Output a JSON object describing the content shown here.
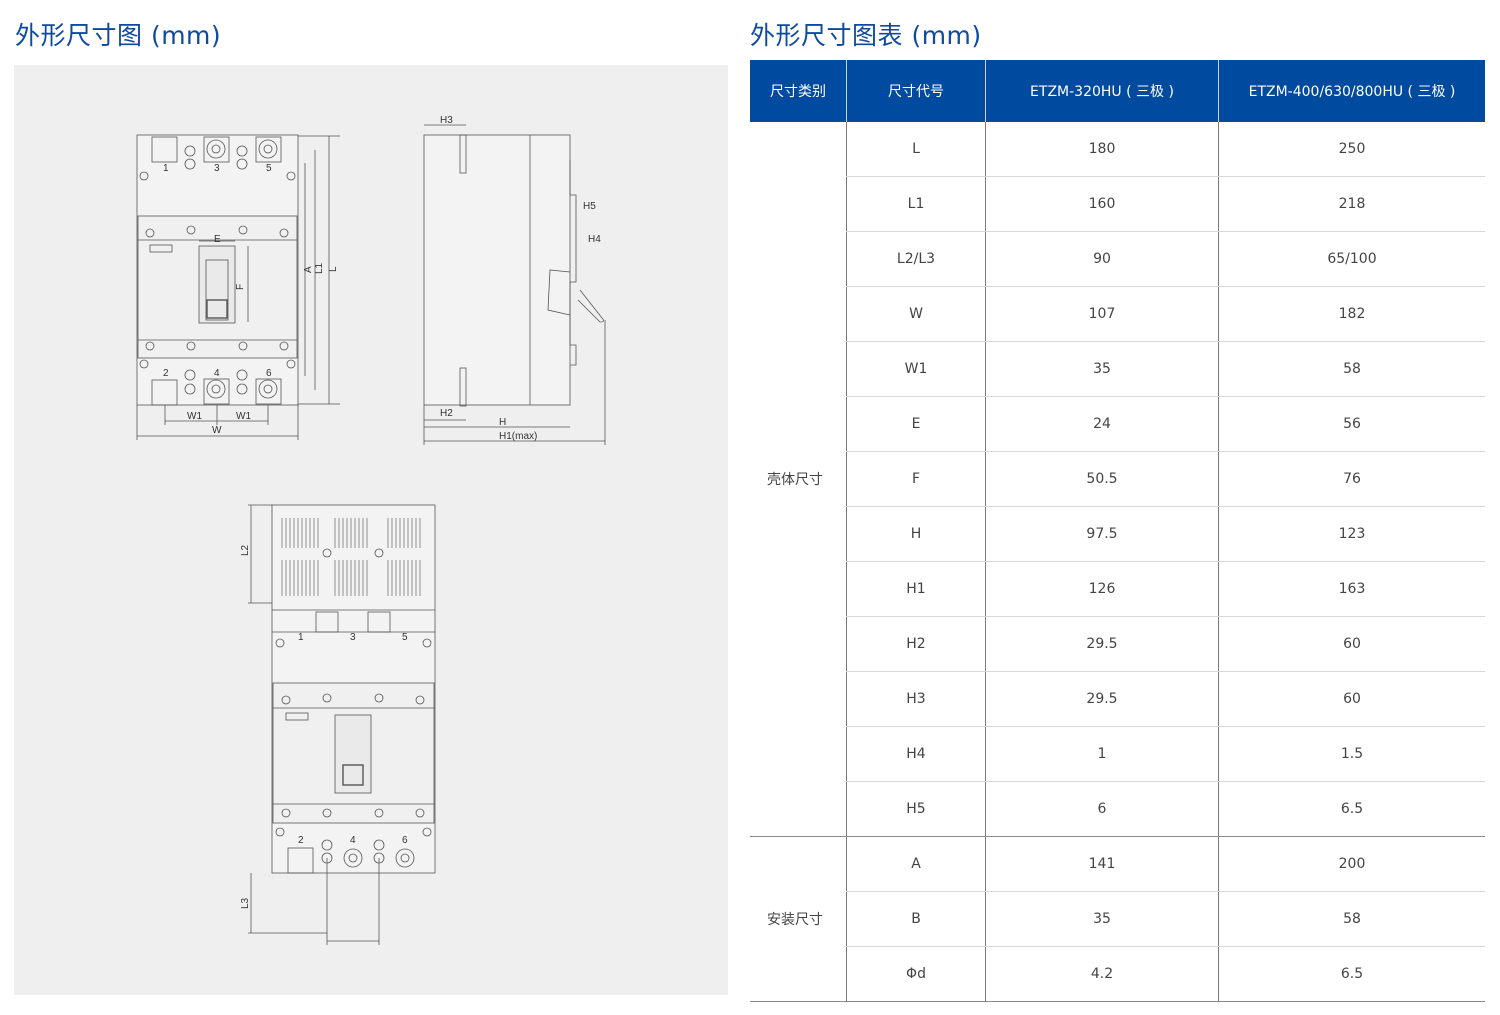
{
  "left_title": "外形尺寸图 (mm)",
  "right_title": "外形尺寸图表 (mm)",
  "drawing": {
    "front": {
      "terminals": [
        "1",
        "3",
        "5",
        "2",
        "4",
        "6"
      ],
      "dims": [
        "E",
        "F",
        "A",
        "L1",
        "L",
        "W1",
        "W1",
        "W"
      ]
    },
    "side": {
      "dims": [
        "H3",
        "H5",
        "H4",
        "H2",
        "H",
        "H1(max)"
      ]
    },
    "bottom": {
      "terminals": [
        "1",
        "3",
        "5",
        "2",
        "4",
        "6"
      ],
      "dims": [
        "L2",
        "L3"
      ]
    }
  },
  "table": {
    "headers": [
      "尺寸类别",
      "尺寸代号",
      "ETZM-320HU ( 三极 )",
      "ETZM-400/630/800HU ( 三极 )"
    ],
    "groups": [
      {
        "category": "壳体尺寸",
        "rows": [
          [
            "L",
            "180",
            "250"
          ],
          [
            "L1",
            "160",
            "218"
          ],
          [
            "L2/L3",
            "90",
            "65/100"
          ],
          [
            "W",
            "107",
            "182"
          ],
          [
            "W1",
            "35",
            "58"
          ],
          [
            "E",
            "24",
            "56"
          ],
          [
            "F",
            "50.5",
            "76"
          ],
          [
            "H",
            "97.5",
            "123"
          ],
          [
            "H1",
            "126",
            "163"
          ],
          [
            "H2",
            "29.5",
            "60"
          ],
          [
            "H3",
            "29.5",
            "60"
          ],
          [
            "H4",
            "1",
            "1.5"
          ],
          [
            "H5",
            "6",
            "6.5"
          ]
        ]
      },
      {
        "category": "安装尺寸",
        "rows": [
          [
            "A",
            "141",
            "200"
          ],
          [
            "B",
            "35",
            "58"
          ],
          [
            "Φd",
            "4.2",
            "6.5"
          ]
        ]
      }
    ]
  }
}
